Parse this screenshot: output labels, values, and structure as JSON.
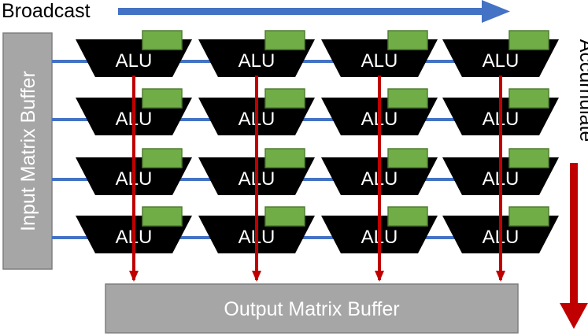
{
  "labels": {
    "broadcast": "Broadcast",
    "accumulate": "Accumulate",
    "input_buffer": "Input Matrix Buffer",
    "output_buffer": "Output Matrix Buffer"
  },
  "alu_label": "ALU",
  "grid": {
    "rows": 4,
    "cols": 4
  },
  "colors": {
    "broadcast_arrow": "#4472C4",
    "accumulate_arrow": "#C00000",
    "alu_body": "#000000",
    "register": "#70AD47",
    "register_border": "#507E32",
    "buffer_fill": "#A6A6A6",
    "buffer_border": "#7F7F7F",
    "alu_text": "#ffffff",
    "buffer_text": "#ffffff"
  }
}
